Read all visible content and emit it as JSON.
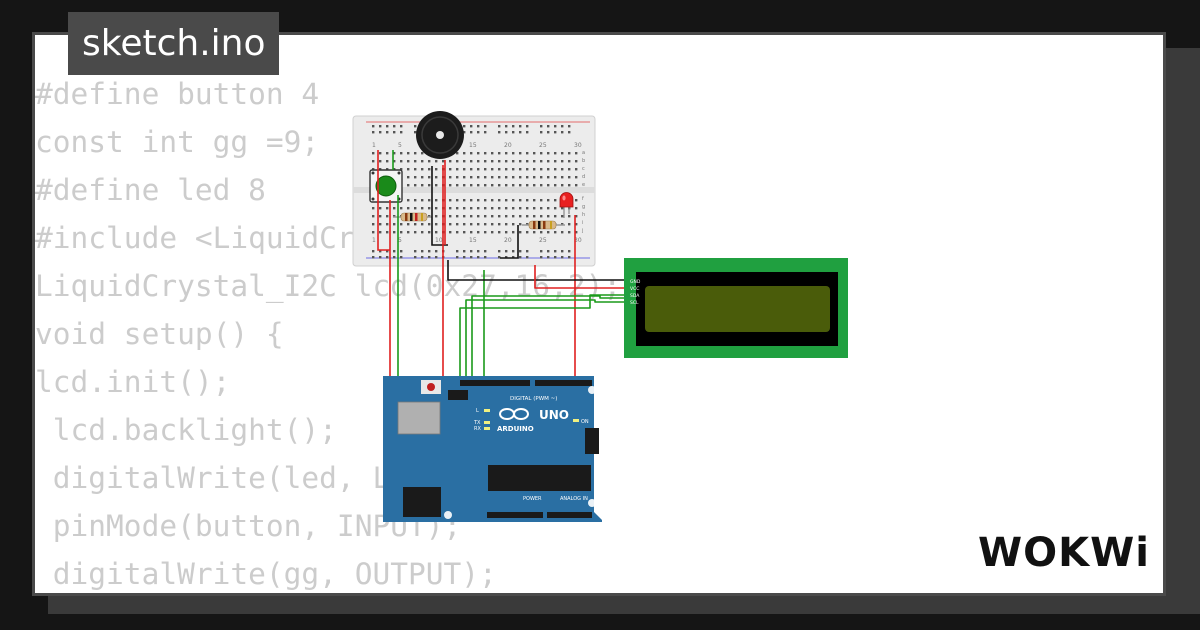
{
  "file_tab": "sketch.ino",
  "code_lines": [
    "#define button 4",
    "const int gg =9;",
    "#define led 8",
    "#include <LiquidCrystal_I2C.h>",
    "LiquidCrystal_I2C lcd(0x27,16,2);",
    "void setup() {",
    "lcd.init();",
    " lcd.backlight();",
    " digitalWrite(led, LOW);",
    " pinMode(button, INPUT);",
    " digitalWrite(gg, OUTPUT);"
  ],
  "breadboard": {
    "column_numbers": [
      "1",
      "5",
      "10",
      "15",
      "20",
      "25",
      "30"
    ],
    "row_letters_top": [
      "a",
      "b",
      "c",
      "d",
      "e"
    ],
    "row_letters_bottom": [
      "f",
      "g",
      "h",
      "i",
      "j"
    ]
  },
  "arduino": {
    "model": "UNO",
    "brand": "ARDUINO",
    "digital_label": "DIGITAL (PWM ~)",
    "power_label": "POWER",
    "analog_label": "ANALOG IN",
    "on_label": "ON",
    "led_labels": [
      "L",
      "TX",
      "RX"
    ]
  },
  "lcd": {
    "pins": [
      "GND",
      "VCC",
      "SDA",
      "SCL"
    ]
  },
  "brand_logo": "WOKWi",
  "colors": {
    "background": "#151515",
    "card": "#ffffff",
    "tab": "#4a4a4a",
    "code_text": "#cccccc",
    "arduino_board": "#2a6fa3",
    "lcd_bezel": "#20a040",
    "lcd_screen": "#4a5c0a",
    "wire_red": "#e02020",
    "wire_green": "#1a9a1a",
    "wire_black": "#111111"
  }
}
